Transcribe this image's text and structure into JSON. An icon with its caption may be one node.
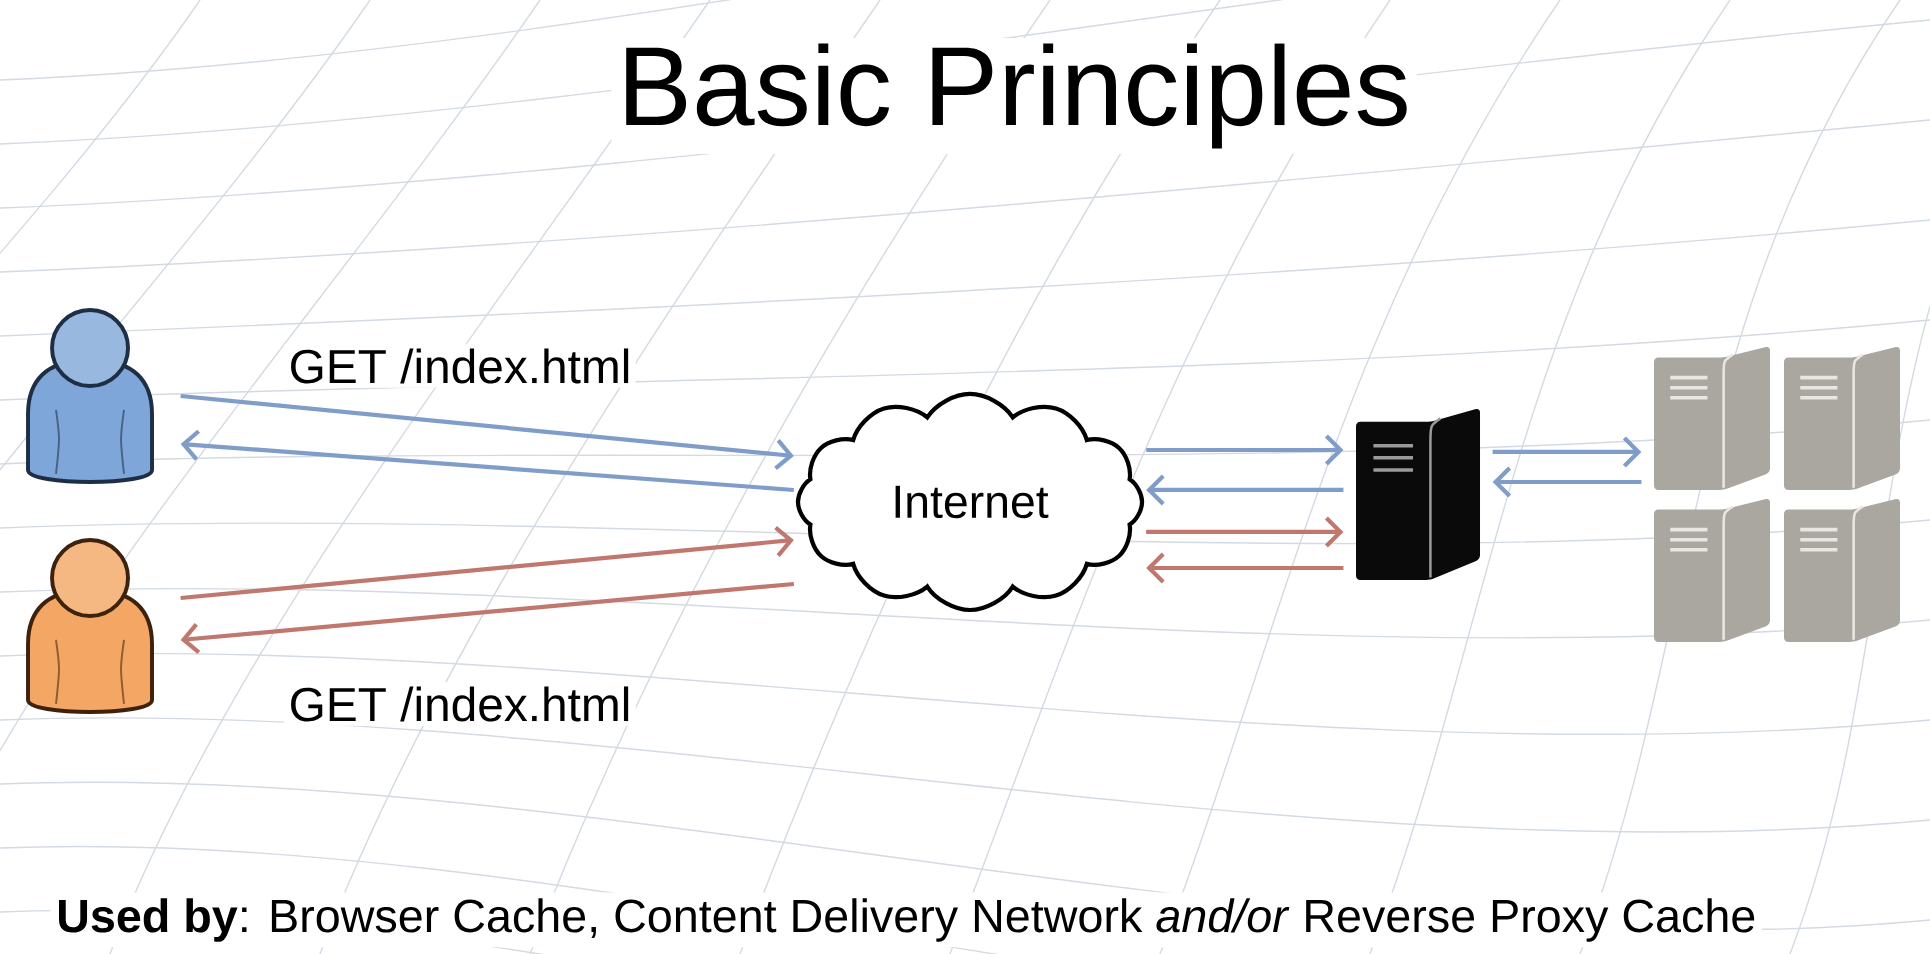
{
  "diagram": {
    "title": "Basic Principles",
    "caption": "**Used by**: Browser Cache, Content Delivery Network *and/or* Reverse Proxy Cache",
    "nodes": [
      {
        "text": [],
        "shape": "person"
      },
      {
        "text": [],
        "shape": "person"
      },
      {
        "text": [
          "Internet"
        ]
      },
      {
        "text": [],
        "shape": "server"
      },
      {
        "text": [],
        "shape": "server"
      },
      {
        "text": [],
        "shape": "server"
      },
      {
        "text": [],
        "shape": "server"
      },
      {
        "text": [],
        "shape": "server"
      }
    ],
    "edges": [
      {
        "from": 0,
        "to": 2,
        "arrow": "to",
        "label": "GET /index.html"
      },
      {
        "from": 2,
        "to": 0,
        "arrow": "to"
      },
      {
        "from": 1,
        "to": 2,
        "arrow": "to",
        "color": "#c0776e"
      },
      {
        "from": 2,
        "to": 1,
        "arrow": "to",
        "label": "GET /index.html",
        "color": "#c0776e"
      },
      {
        "from": 2,
        "to": 3,
        "arrow": "to"
      },
      {
        "from": 3,
        "to": 2,
        "arrow": "to"
      },
      {
        "from": 2,
        "to": 3,
        "arrow": "to",
        "color": "#c0776e"
      },
      {
        "from": 3,
        "to": 2,
        "arrow": "to",
        "color": "#c0776e"
      },
      {
        "from": 3,
        "to": 4,
        "arrow": "to"
      },
      {
        "from": 4,
        "to": 3,
        "arrow": "to"
      }
    ]
  }
}
